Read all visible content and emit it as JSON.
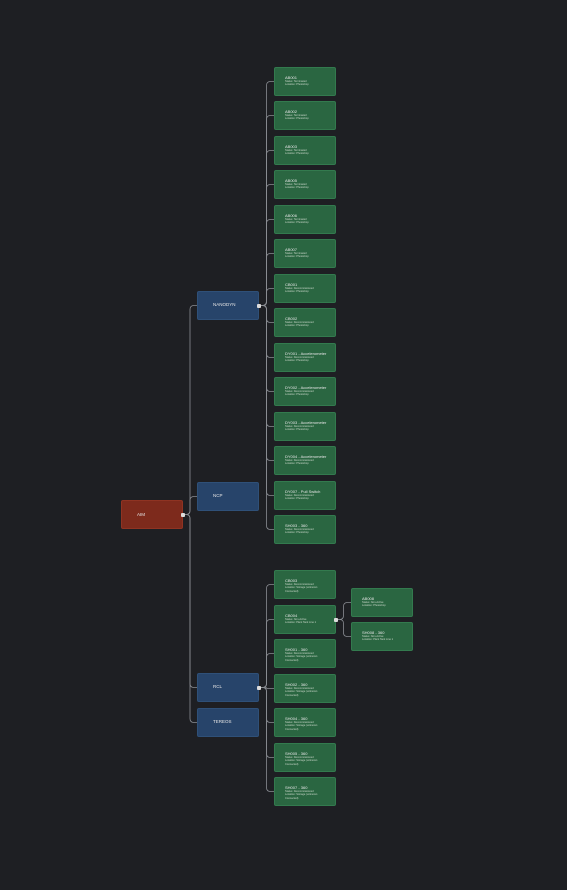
{
  "colors": {
    "background": "#1e1f23",
    "root": "#7d2a1c",
    "group": "#27446a",
    "leaf": "#2a6641",
    "connector": "#8a8d93"
  },
  "root": {
    "label": "AIM"
  },
  "groups": [
    {
      "label": "NANODYN",
      "children": [
        {
          "title": "AB001",
          "status": "Status: Terminated",
          "location": "Location: Photoshop"
        },
        {
          "title": "AB002",
          "status": "Status: Terminated",
          "location": "Location: Photoshop"
        },
        {
          "title": "AB003",
          "status": "Status: Terminated",
          "location": "Location: Photoshop"
        },
        {
          "title": "AB005",
          "status": "Status: Terminated",
          "location": "Location: Photoshop"
        },
        {
          "title": "AB006",
          "status": "Status: Terminated",
          "location": "Location: Photoshop"
        },
        {
          "title": "AB007",
          "status": "Status: Terminated",
          "location": "Location: Photoshop"
        },
        {
          "title": "CB001",
          "status": "Status: Decommissioned",
          "location": "Location: Photoshop"
        },
        {
          "title": "CB002",
          "status": "Status: Decommissioned",
          "location": "Location: Photoshop"
        },
        {
          "title": "DY001 - Accelerometer",
          "status": "Status: Decommissioned",
          "location": "Location: Photoshop"
        },
        {
          "title": "DY002 - Accelerometer",
          "status": "Status: Decommissioned",
          "location": "Location: Photoshop"
        },
        {
          "title": "DY003 - Accelerometer",
          "status": "Status: Decommissioned",
          "location": "Location: Photoshop"
        },
        {
          "title": "DY004 - Accelerometer",
          "status": "Status: Decommissioned",
          "location": "Location: Photoshop"
        },
        {
          "title": "DY007 - Pull Switch",
          "status": "Status: Decommissioned",
          "location": "Location: Photoshop"
        },
        {
          "title": "SH003 - 360",
          "status": "Status: Decommissioned",
          "location": "Location: Photoshop"
        }
      ]
    },
    {
      "label": "NCP",
      "children": []
    },
    {
      "label": "RCL",
      "children": [
        {
          "title": "CB003",
          "status": "Status: Decommissioned",
          "location": "Location: Storage (unknown",
          "extra": "Connected)"
        },
        {
          "title": "CB004",
          "status": "Status: Non-Active",
          "location": "Location: Plant Tank Line 1",
          "children": [
            {
              "title": "AB008",
              "status": "Status: Non-Active",
              "location": "Location: Photoshop"
            },
            {
              "title": "SH008 - 360",
              "status": "Status: Non-Active",
              "location": "Location: Plant Tank Line 1"
            }
          ]
        },
        {
          "title": "SH001 - 360",
          "status": "Status: Decommissioned",
          "location": "Location: Storage (unknown",
          "extra": "Connected)"
        },
        {
          "title": "SH002 - 360",
          "status": "Status: Decommissioned",
          "location": "Location: Storage (unknown",
          "extra": "Connected)"
        },
        {
          "title": "SH004 - 360",
          "status": "Status: Decommissioned",
          "location": "Location: Storage (unknown",
          "extra": "Connected)"
        },
        {
          "title": "SH005 - 360",
          "status": "Status: Decommissioned",
          "location": "Location: Storage (unknown",
          "extra": "Connected)"
        },
        {
          "title": "SH007 - 360",
          "status": "Status: Decommissioned",
          "location": "Location: Storage (unknown",
          "extra": "Connected)"
        }
      ]
    },
    {
      "label": "TEREOS",
      "children": []
    }
  ]
}
